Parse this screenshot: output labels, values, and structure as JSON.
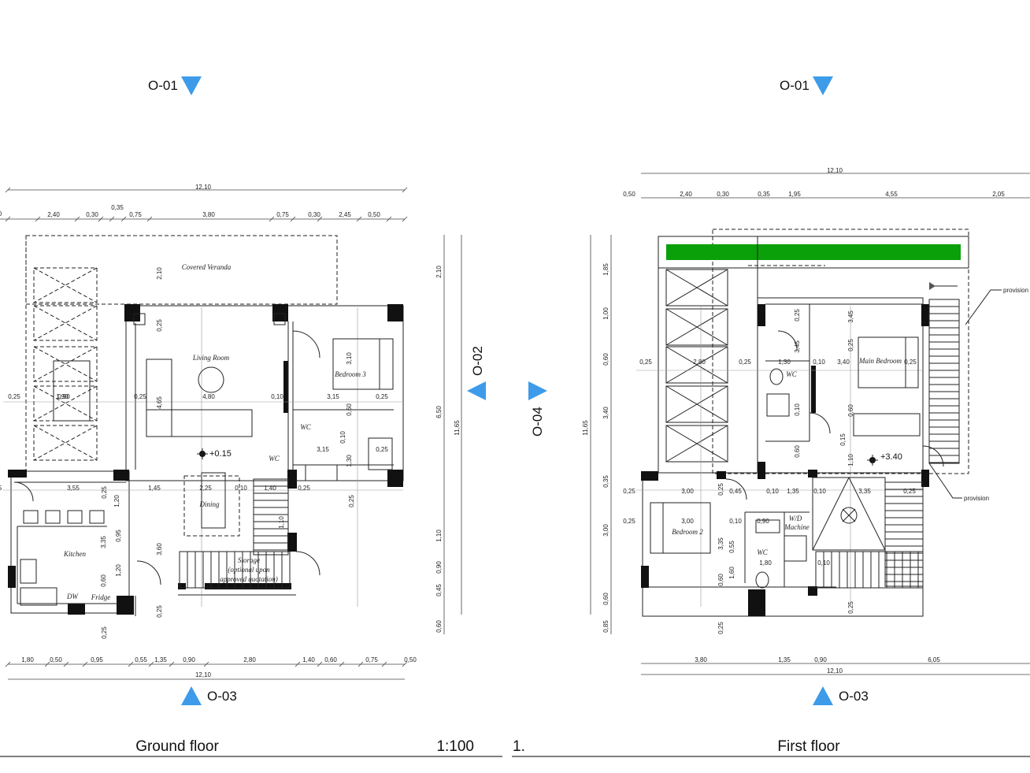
{
  "colors": {
    "marker": "#3d9be9",
    "greenery": "#0aa00a",
    "wall": "#111111"
  },
  "ground": {
    "title": "Ground floor",
    "scale": "1:100",
    "marker_top": "O-01",
    "marker_bottom": "O-03",
    "marker_right": "O-02",
    "total_top": "12,10",
    "total_bottom": "12,10",
    "top_dims": [
      "0",
      "2,40",
      "0,30",
      "0,35",
      "0,75",
      "3,80",
      "0,75",
      "0,30",
      "2,45",
      "0,50"
    ],
    "bottom_dims": [
      "1,80",
      "0,50",
      "0,95",
      "0,55",
      "1,35",
      "0,90",
      "2,80",
      "1,40",
      "0,60",
      "0,75",
      "0,50"
    ],
    "right_dims": [
      "2,10",
      "6,50",
      "1,10",
      "0,90",
      "0,45",
      "0,60"
    ],
    "right_total": "11,65",
    "inner_dims": [
      "0,25",
      "0,90",
      "0,25",
      "4,80",
      "0,10",
      "3,15",
      "0,25",
      "2,10",
      "0,25",
      "4,65",
      "3,10",
      "0,60",
      "0,10",
      "1,30",
      "3,15",
      "0,25",
      "3,55",
      "0,25",
      "1,20",
      "1,45",
      "0,10",
      "1,40",
      "0,25",
      "0,25",
      "0,95",
      "3,35",
      "1,20",
      "0,60",
      "3,60",
      "0,25",
      "1,90",
      "5",
      "2,25",
      "0,25",
      "1,10"
    ],
    "rooms": [
      "Covered Veranda",
      "Living Room",
      "Bedroom 3",
      "WC",
      "WC",
      "Kitchen",
      "Dining",
      "Storage",
      "(optional upon",
      "approved quotation)",
      "DW",
      "Fridge"
    ],
    "level": "+0.15"
  },
  "first": {
    "title": "First floor",
    "label_left": "1.",
    "marker_top": "O-01",
    "marker_bottom": "O-03",
    "marker_left": "O-04",
    "total_top": "12,10",
    "total_bottom": "12,10",
    "top_dims": [
      "0,50",
      "2,40",
      "0,30",
      "0,35",
      "1,95",
      "4,55",
      "2,05"
    ],
    "bottom_dims": [
      "3,80",
      "1,35",
      "0,90",
      "6,05"
    ],
    "left_dims": [
      "1,85",
      "1,00",
      "0,60",
      "3,40",
      "0,35",
      "3,00",
      "0,60",
      "0,85"
    ],
    "left_total": "11,65",
    "inner_dims": [
      "0,25",
      "2,80",
      "0,25",
      "1,30",
      "0,10",
      "3,40",
      "0,25",
      "0,25",
      "3,45",
      "3,45",
      "0,25",
      "0,10",
      "0,60",
      "0,60",
      "0,15",
      "1,10",
      "0,25",
      "3,00",
      "0,25",
      "0,45",
      "0,10",
      "1,35",
      "0,10",
      "3,35",
      "0,25",
      "0,25",
      "3,00",
      "0,10",
      "0,90",
      "3,35",
      "0,55",
      "1,60",
      "1,80",
      "0,60",
      "0,10",
      "0,25",
      "0,25"
    ],
    "rooms": [
      "Main Bedroom",
      "Bedroom 2",
      "WC",
      "WC",
      "W/D",
      "Machine"
    ],
    "level": "+3.40",
    "notes": [
      "provision",
      "provision"
    ]
  }
}
